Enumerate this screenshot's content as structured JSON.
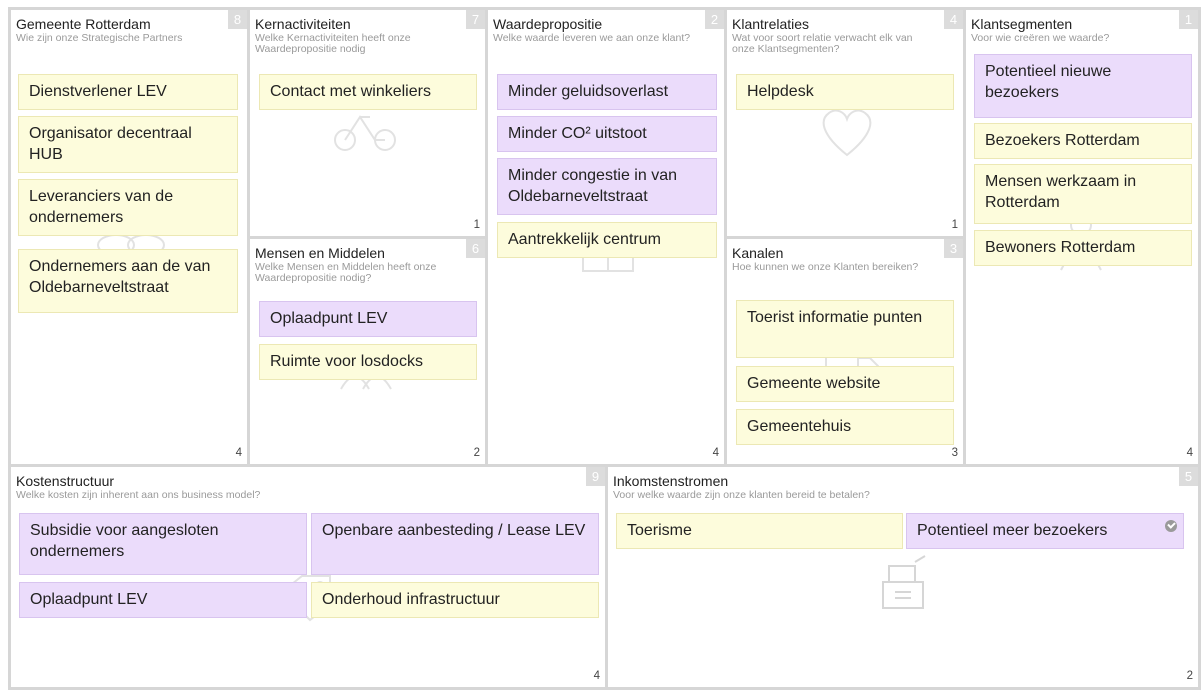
{
  "sections": {
    "partners": {
      "title": "Gemeente Rotterdam",
      "subtitle": "Wie zijn onze Strategische Partners",
      "badge": "8",
      "count": "4",
      "notes": [
        "Dienstverlener LEV",
        "Organisator decentraal HUB",
        "Leveranciers van de ondernemers",
        "Ondernemers aan de van Oldebarneveltstraat"
      ]
    },
    "activities": {
      "title": "Kernactiviteiten",
      "subtitle": "Welke Kernactiviteiten heeft onze Waardepropositie nodig",
      "badge": "7",
      "count": "1",
      "notes": [
        "Contact met winkeliers"
      ]
    },
    "resources": {
      "title": "Mensen en Middelen",
      "subtitle": "Welke Mensen en Middelen heeft onze Waardepropositie nodig?",
      "badge": "6",
      "count": "2",
      "notes": [
        "Oplaadpunt LEV",
        "Ruimte voor losdocks"
      ]
    },
    "value": {
      "title": "Waardepropositie",
      "subtitle": "Welke waarde leveren we aan onze klant?",
      "badge": "2",
      "count": "4",
      "notes": [
        "Minder geluidsoverlast",
        "Minder CO² uitstoot",
        "Minder congestie in van Oldebarneveltstraat",
        "Aantrekkelijk centrum"
      ]
    },
    "relations": {
      "title": "Klantrelaties",
      "subtitle": "Wat voor soort relatie verwacht elk van onze Klantsegmenten?",
      "badge": "4",
      "count": "1",
      "notes": [
        "Helpdesk"
      ]
    },
    "channels": {
      "title": "Kanalen",
      "subtitle": "Hoe kunnen we onze Klanten bereiken?",
      "badge": "3",
      "count": "3",
      "notes": [
        "Toerist informatie punten",
        "Gemeente website",
        "Gemeentehuis"
      ]
    },
    "segments": {
      "title": "Klantsegmenten",
      "subtitle": "Voor wie creëren we waarde?",
      "badge": "1",
      "count": "4",
      "notes": [
        "Potentieel nieuwe bezoekers",
        "Bezoekers Rotterdam",
        "Mensen werkzaam in Rotterdam",
        "Bewoners Rotterdam"
      ]
    },
    "costs": {
      "title": "Kostenstructuur",
      "subtitle": "Welke kosten zijn inherent aan ons business model?",
      "badge": "9",
      "count": "4",
      "notes": [
        "Subsidie voor aangesloten ondernemers",
        "Openbare aanbesteding / Lease LEV",
        "Oplaadpunt LEV",
        "Onderhoud infrastructuur"
      ]
    },
    "revenue": {
      "title": "Inkomstenstromen",
      "subtitle": "Voor welke waarde zijn onze klanten bereid te betalen?",
      "badge": "5",
      "count": "2",
      "notes": [
        "Toerisme",
        "Potentieel meer bezoekers"
      ]
    }
  },
  "colors": {
    "note_yellow": "#fdfcdc",
    "note_purple": "#ebdcfb",
    "badge": "#dcdcdc",
    "border": "#d6d6d6"
  },
  "icons": [
    "link-icon",
    "bicycle-icon",
    "people-icon",
    "gift-icon",
    "heart-icon",
    "truck-icon",
    "dollar-icon",
    "price-tag-icon",
    "cash-register-icon",
    "check-icon"
  ]
}
